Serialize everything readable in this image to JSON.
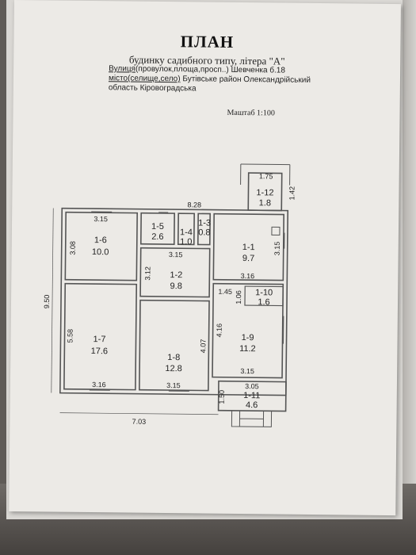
{
  "document": {
    "title": "ПЛАН",
    "subtitle": "будинку садибного типу, літера \"А\"",
    "street_label": "Вулиця",
    "street_rest": "(провулок,площа,просп..) Шевченка б.18",
    "city_label": "місто(селище,село)",
    "city_rest": " Бутівське район Олександрійський",
    "region": "область Кіровоградська",
    "scale": "Маштаб 1:100"
  },
  "plan": {
    "rooms": [
      {
        "id": "1-1",
        "area": "9.7"
      },
      {
        "id": "1-2",
        "area": "9.8"
      },
      {
        "id": "1-3",
        "area": "0.8"
      },
      {
        "id": "1-4",
        "area": "1.0"
      },
      {
        "id": "1-5",
        "area": "2.6"
      },
      {
        "id": "1-6",
        "area": "10.0"
      },
      {
        "id": "1-7",
        "area": "17.6"
      },
      {
        "id": "1-8",
        "area": "12.8"
      },
      {
        "id": "1-9",
        "area": "11.2"
      },
      {
        "id": "1-10",
        "area": "1.6"
      },
      {
        "id": "1-11",
        "area": "4.6"
      },
      {
        "id": "1-12",
        "area": "1.8"
      }
    ],
    "dims": {
      "top_total": "8.28",
      "left_total": "9.50",
      "bottom_total": "7.03",
      "porch_top": "1.75",
      "porch_side": "1.42",
      "r6_top": "3.15",
      "r6_side": "3.08",
      "r2_top": "3.15",
      "r2_side": "3.12",
      "r1_side": "3.15",
      "r1_bottom": "3.16",
      "r10_w": "1.45",
      "r10_h": "1.06",
      "r9_side": "4.16",
      "r9_bottom": "3.15",
      "r7_side": "5.58",
      "r7_bottom": "3.16",
      "r8_side": "4.07",
      "r8_bottom": "3.15",
      "r11_top": "3.05",
      "r11_side": "1.50"
    }
  }
}
